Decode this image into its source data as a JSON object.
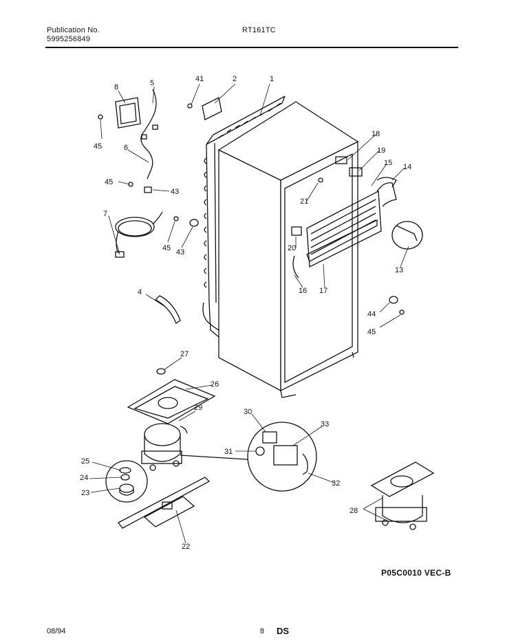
{
  "header": {
    "publication_label": "Publication No.",
    "publication_number": "5995256849",
    "model": "RT161TC"
  },
  "diagram_code": "P05C0010 VEC-B",
  "footer": {
    "date": "08/94",
    "page_number": "8",
    "section": "DS"
  },
  "part_callouts": [
    "1",
    "2",
    "41",
    "5",
    "8",
    "6",
    "45",
    "45",
    "43",
    "7",
    "45",
    "43",
    "4",
    "27",
    "26",
    "29",
    "25",
    "24",
    "23",
    "22",
    "30",
    "33",
    "31",
    "32",
    "18",
    "19",
    "15",
    "14",
    "21",
    "20",
    "16",
    "17",
    "13",
    "44",
    "45",
    "28"
  ]
}
